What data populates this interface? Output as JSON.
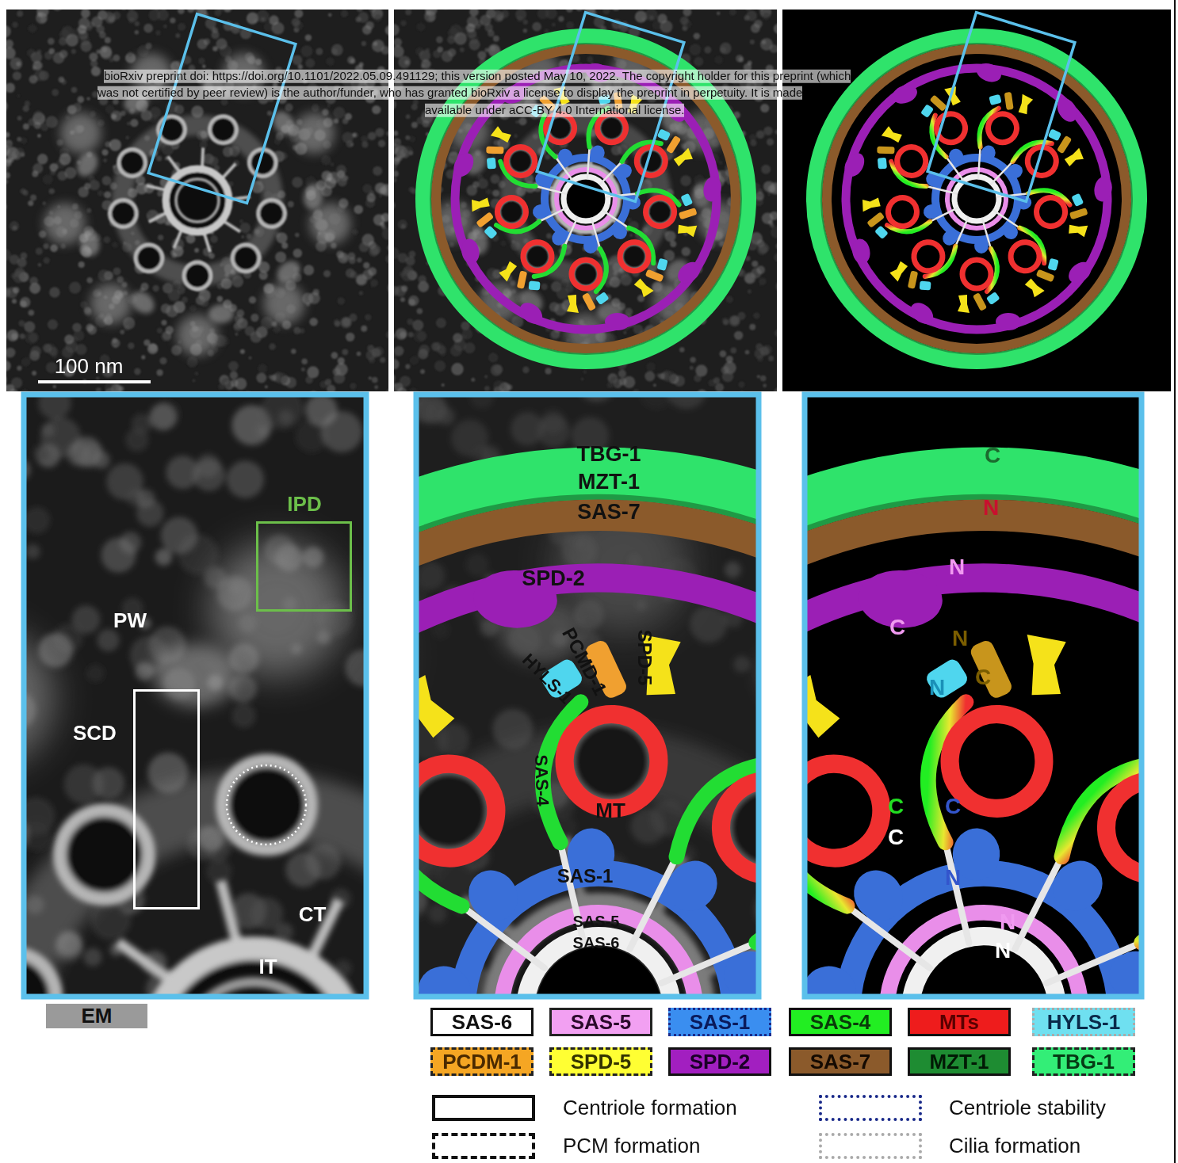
{
  "diagram": {
    "nodes": [
      {
        "text": [
          "IPD"
        ]
      },
      {
        "text": [
          "SCD"
        ]
      },
      {
        "text": [
          "EM"
        ]
      }
    ],
    "labels": [
      "bioRxiv preprint doi: https://doi.org/10.1101/2022.05.09.491129; this version posted May 10, 2022. The copyright holder for this preprint (which",
      "was not certified by peer review) is the author/funder, who has granted bioRxiv a license to display the preprint in perpetuity. It is made",
      "available under aCC-BY 4.0 International license.",
      "100 nm",
      "PW",
      "CT",
      "IT",
      "TBG-1",
      "MZT-1",
      "SAS-7",
      "SPD-2",
      "PCMD-1",
      "SPD-5",
      "HYLS-1",
      "SAS-4",
      "MT",
      "SAS-1",
      "SAS-5",
      "SAS-6",
      "C",
      "N",
      "N",
      "C",
      "N",
      "C",
      "N",
      "C",
      "C",
      "C",
      "N",
      "N",
      "N"
    ],
    "legend": [
      {
        "text": "SAS-6",
        "color": "#ffffff"
      },
      {
        "text": "SAS-5",
        "color": "#f2a0f2"
      },
      {
        "text": "SAS-1",
        "color": "#3a8ef0"
      },
      {
        "text": "SAS-4",
        "color": "#22ee22"
      },
      {
        "text": "MTs",
        "color": "#ee1c1c"
      },
      {
        "text": "HYLS-1",
        "color": "#6fe0f0"
      },
      {
        "text": "PCDM-1",
        "color": "#f5a623"
      },
      {
        "text": "SPD-5",
        "color": "#ffff33"
      },
      {
        "text": "SPD-2",
        "color": "#a21fc0"
      },
      {
        "text": "SAS-7",
        "color": "#8b5a2b"
      },
      {
        "text": "MZT-1",
        "color": "#1e8c32"
      },
      {
        "text": "TBG-1",
        "color": "#33ee77"
      },
      {
        "text": "Centriole formation"
      },
      {
        "text": "Centriole stability"
      },
      {
        "text": "PCM formation"
      },
      {
        "text": "Cilia formation"
      }
    ]
  }
}
